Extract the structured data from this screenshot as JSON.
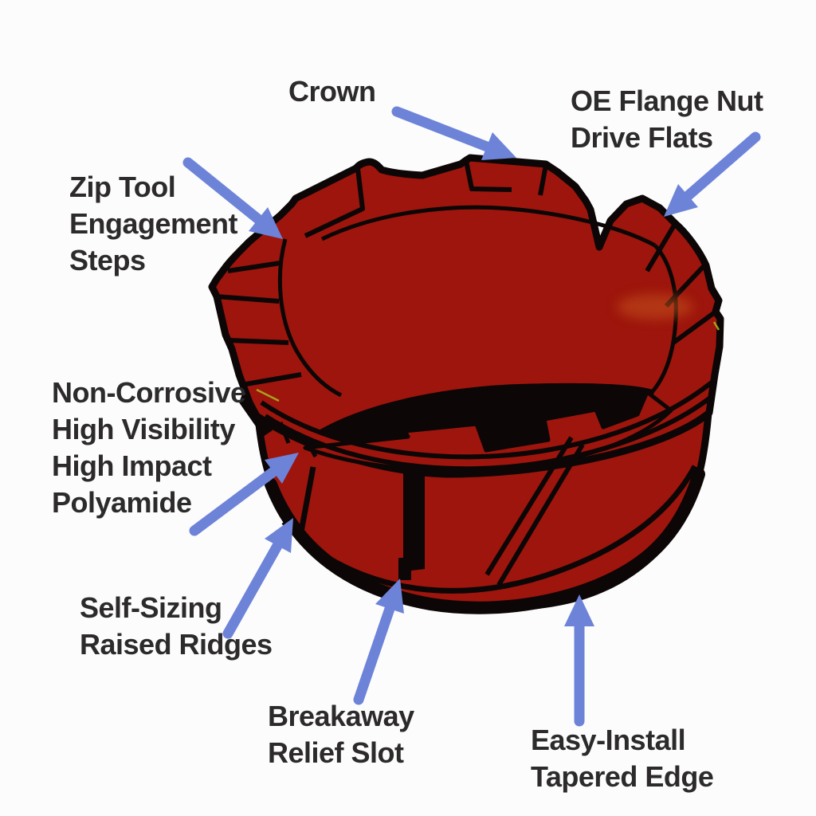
{
  "diagram": {
    "illustration": "red-lug-nut-cover-cap",
    "colors": {
      "cap_red": "#9d150c",
      "outline_black": "#0c0606",
      "arrow_blue": "#6d83d8",
      "label_text": "#2d2a2b",
      "background": "#fcfcfd"
    },
    "labels": [
      {
        "id": "crown",
        "text": "Crown"
      },
      {
        "id": "oe_flange",
        "text": "OE Flange Nut\nDrive Flats"
      },
      {
        "id": "zip_tool",
        "text": "Zip Tool\nEngagement\nSteps"
      },
      {
        "id": "non_corrosive",
        "text": "Non-Corrosive\nHigh Visibility\nHigh Impact\nPolyamide"
      },
      {
        "id": "self_sizing",
        "text": "Self-Sizing\nRaised Ridges"
      },
      {
        "id": "breakaway",
        "text": "Breakaway\nRelief Slot"
      },
      {
        "id": "easy_install",
        "text": "Easy-Install\nTapered Edge"
      }
    ],
    "arrows": [
      {
        "name": "arrow-crown",
        "points_to": "crown"
      },
      {
        "name": "arrow-oe-flange",
        "points_to": "oe_flange"
      },
      {
        "name": "arrow-zip-tool",
        "points_to": "zip_tool"
      },
      {
        "name": "arrow-non-corrosive",
        "points_to": "non_corrosive"
      },
      {
        "name": "arrow-self-sizing",
        "points_to": "self_sizing"
      },
      {
        "name": "arrow-breakaway",
        "points_to": "breakaway"
      },
      {
        "name": "arrow-easy-install",
        "points_to": "easy_install"
      }
    ]
  }
}
